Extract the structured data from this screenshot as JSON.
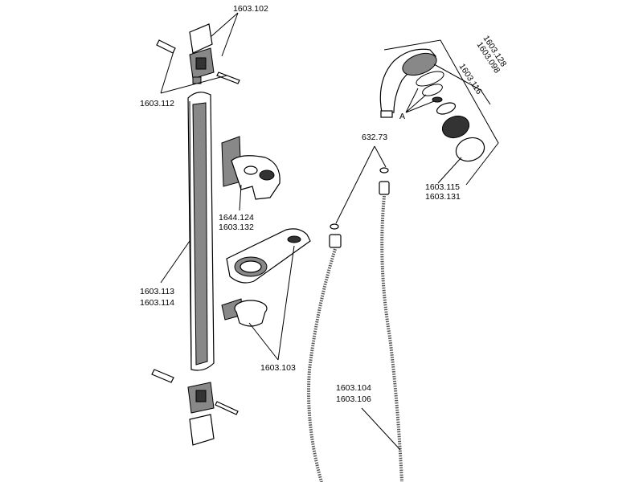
{
  "diagram": {
    "parts": [
      {
        "id": "end-cap-top",
        "label": "1603.102"
      },
      {
        "id": "screws-plugs",
        "label": "1603.112"
      },
      {
        "id": "slider",
        "label_line1": "1644.124",
        "label_line2": "1603.132"
      },
      {
        "id": "rail",
        "label_line1": "1603.113",
        "label_line2": "1603.114"
      },
      {
        "id": "soap-dish",
        "label": "1603.103"
      },
      {
        "id": "washer",
        "label": "632.73"
      },
      {
        "id": "hose",
        "label_line1": "1603.104",
        "label_line2": "1603.106"
      },
      {
        "id": "spray-ring",
        "label_line1": "1603.115",
        "label_line2": "1603.131"
      },
      {
        "id": "handset",
        "label_line1": "1603.128",
        "label_line2": "1603.098"
      },
      {
        "id": "spray-plate",
        "label": "1603.116"
      },
      {
        "id": "o-rings",
        "label": "A"
      }
    ]
  }
}
